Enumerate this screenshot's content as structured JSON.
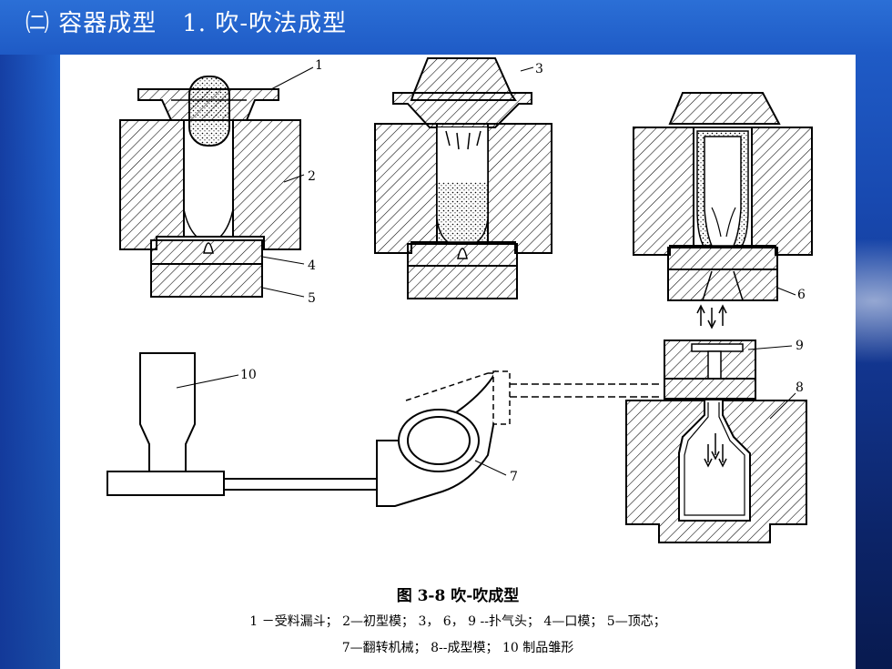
{
  "slide": {
    "heading": "㈡ 容器成型",
    "subheading": "1. 吹-吹法成型"
  },
  "figure": {
    "caption_title": "图 3-8   吹-吹成型",
    "legend_line1": "1 －受料漏斗； 2—初型模； 3， 6， 9 --扑气头； 4—口模； 5—顶芯；",
    "legend_line2": "7—翻转机械； 8--成型模； 10    制品雏形",
    "part_numbers": [
      "1",
      "2",
      "3",
      "4",
      "5",
      "6",
      "7",
      "8",
      "9",
      "10"
    ]
  },
  "colors": {
    "background": "#1849b0",
    "figure_bg": "#ffffff",
    "ink": "#000000"
  }
}
